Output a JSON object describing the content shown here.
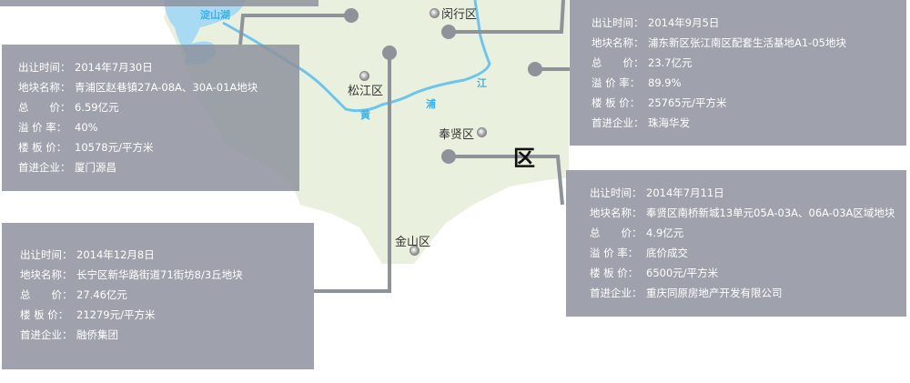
{
  "map": {
    "places": [
      "闵行区",
      "松江区",
      "奉贤区",
      "金山区"
    ],
    "region_char": "区",
    "lake": "淀山湖",
    "river_chars": [
      "黄",
      "浦",
      "江"
    ],
    "colors": {
      "land": "#e9f1de",
      "water": "#6cc5ef",
      "lake": "#a9daf3",
      "connector": "#8e9399"
    }
  },
  "labels": {
    "time": "出让时间：",
    "name": "地块名称：",
    "total": "总　　价：",
    "premium": "溢 价 率：",
    "floor": "楼 板 价：",
    "winner": "首进企业："
  },
  "parcels": [
    {
      "time": "2014年7月30日",
      "name": "青浦区赵巷镇27A-08A、30A-01A地块",
      "total": "6.59亿元",
      "premium": "40%",
      "floor": "10578元/平方米",
      "winner": "厦门源昌"
    },
    {
      "time": "2014年9月5日",
      "name": "浦东新区张江南区配套生活基地A1-05地块",
      "total": "23.7亿元",
      "premium": "89.9%",
      "floor": "25765元/平方米",
      "winner": "珠海华发"
    },
    {
      "time": "2014年7月11日",
      "name": "奉贤区南桥新城13单元05A-03A、06A-03A区域地块",
      "total": "4.9亿元",
      "premium": "底价成交",
      "floor": "6500元/平方米",
      "winner": "重庆同原房地产开发有限公司"
    },
    {
      "time": "2014年12月8日",
      "name": "长宁区新华路街道71街坊8/3丘地块",
      "total": "27.46亿元",
      "floor": "21279元/平方米",
      "winner": "融侨集团"
    }
  ]
}
